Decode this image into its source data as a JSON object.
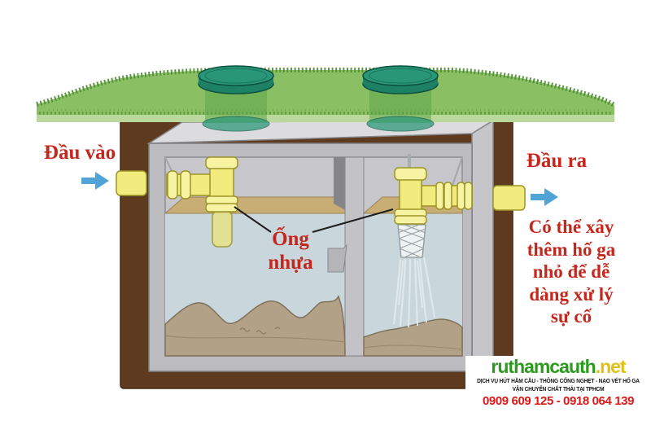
{
  "labels": {
    "inlet": "Đầu vào",
    "outlet": "Đầu ra",
    "pipe_line1": "Ống",
    "pipe_line2": "nhựa",
    "note_lines": [
      "Có thể xây",
      "thêm hố ga",
      "nhỏ để dễ",
      "dàng xử lý",
      "sự cố"
    ]
  },
  "watermark": {
    "site_name": "ruthamcauth",
    "site_tld": ".net",
    "services_line1": "DỊCH VỤ HÚT HẦM CẦU - THÔNG CỐNG NGHẸT - NẠO VÉT HỐ GA",
    "services_line2": "VẬN CHUYỂN CHẤT THẢI TẠI TPHCM",
    "phone_numbers": "0909 609 125 - 0918 064 139"
  },
  "colors": {
    "label_red": "#c5271d",
    "grass_green": "#8abf63",
    "grass_dark": "#4c8c33",
    "cover_teal": "#2a9678",
    "soil_brown": "#5e3b1e",
    "tank_gray": "#bcbcc0",
    "water_gray_blue": "#c9d7dd",
    "scum_tan": "#c8ae74",
    "sludge_tan": "#b2a186",
    "pipe_yellow": "#f1ec7d",
    "arrow_blue": "#51a5d6",
    "watermark_green": "#2c9a1e",
    "watermark_gold": "#e2bf14",
    "phone_red": "#e01717"
  }
}
